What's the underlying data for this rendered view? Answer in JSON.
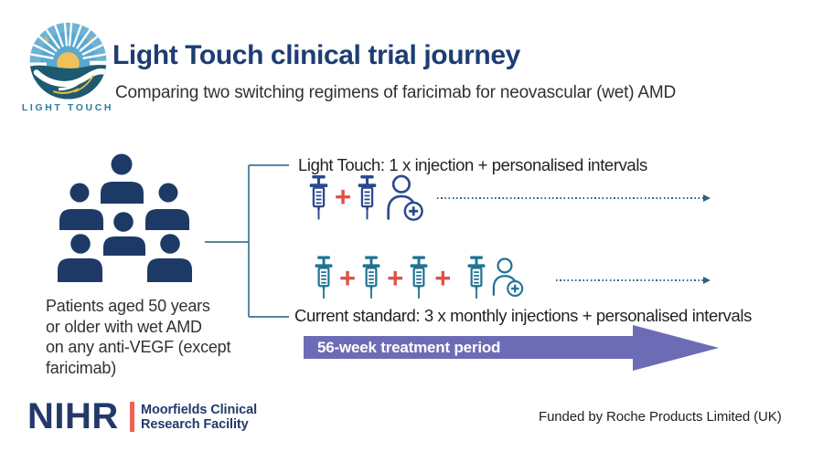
{
  "header": {
    "logo_caption": "LIGHT TOUCH",
    "title": "Light Touch clinical trial journey",
    "subtitle": "Comparing two switching regimens of faricimab for neovascular (wet) AMD"
  },
  "population": {
    "description": "Patients aged 50 years\nor older with wet AMD\non any anti-VEGF (except\nfaricimab)"
  },
  "arms": {
    "plus": "+",
    "light_touch": {
      "label": "Light Touch: 1 x injection + personalised intervals",
      "injection_count": 1
    },
    "current_standard": {
      "label": "Current standard: 3 x monthly injections + personalised intervals",
      "injection_count": 3
    }
  },
  "timeline": {
    "label": "56-week treatment period"
  },
  "footer": {
    "nihr_wordmark": "NIHR",
    "organisation": "Moorfields Clinical\nResearch Facility",
    "funding": "Funded by Roche Products Limited (UK)"
  },
  "icons": {
    "logo": "sun-over-sea-with-hand-badge",
    "patient_group": "crowd-of-six-people",
    "syringe": "vertical-syringe-outline",
    "personalised_patient": "person-with-plus-badge",
    "dotted_arrow": "dotted-arrow-right",
    "timeline_arrow": "solid-block-arrow-right"
  },
  "colors": {
    "navy": "#1d3a66",
    "title_navy": "#1d3d73",
    "syringe_navy": "#2a4a8d",
    "teal": "#1f7394",
    "red": "#e05248",
    "bracket": "#417394",
    "dotted": "#2c6284",
    "purple": "#6c6cb6",
    "nihr_navy": "#24396b",
    "nihr_coral": "#ef6351",
    "logo_caption_color": "#2c7c99"
  }
}
